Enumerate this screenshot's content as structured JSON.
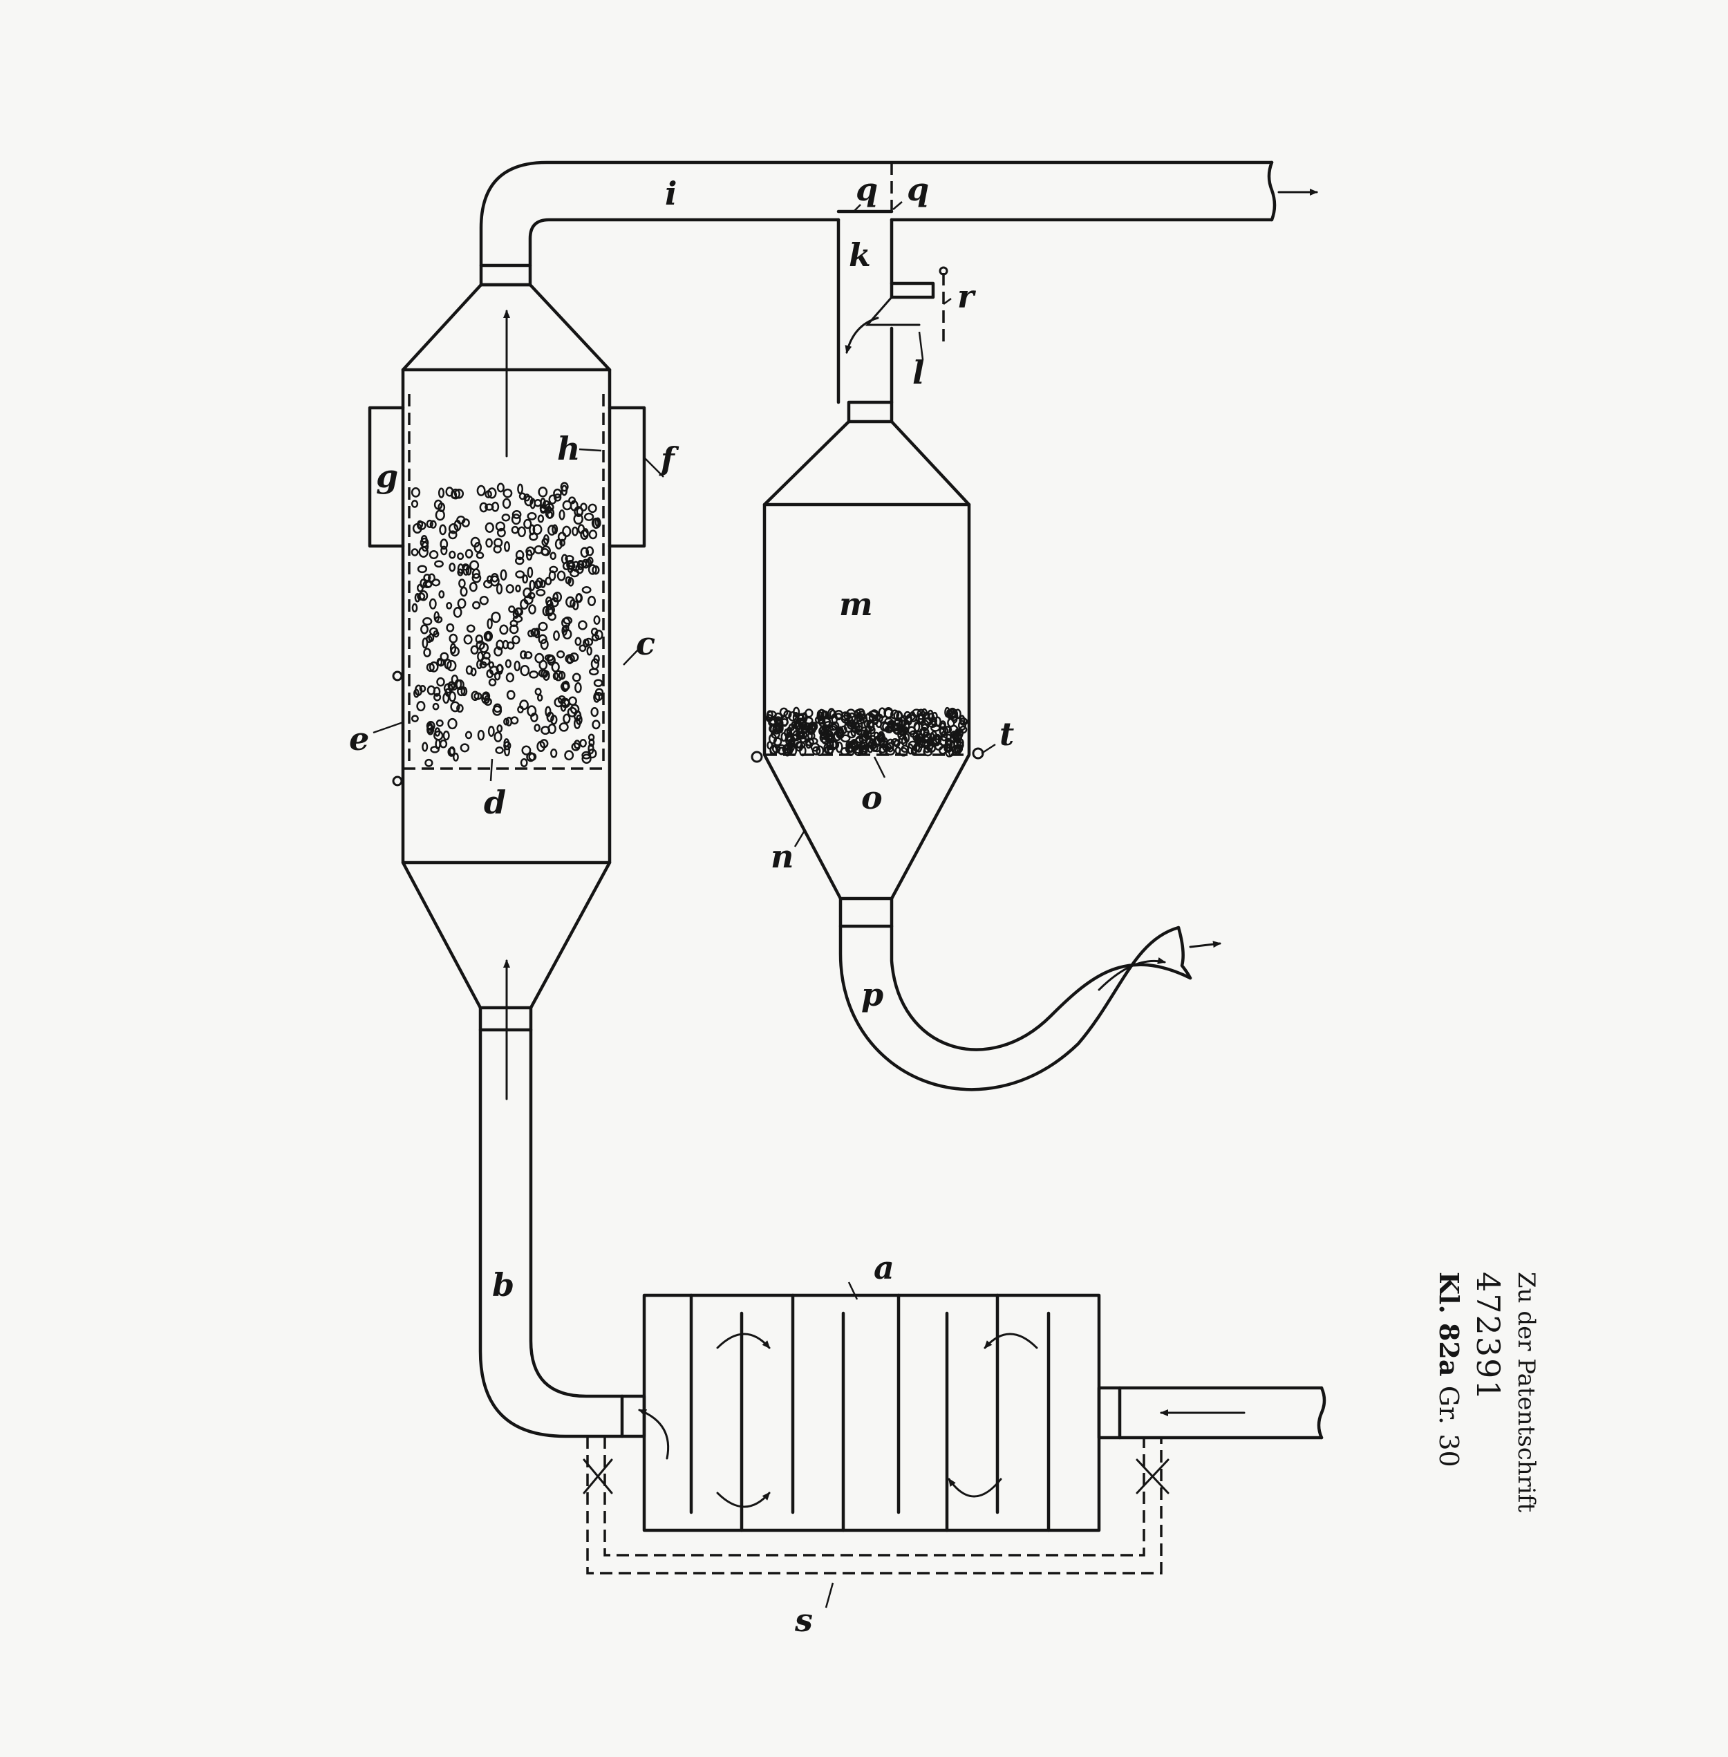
{
  "labels": {
    "a": "a",
    "b": "b",
    "c": "c",
    "d": "d",
    "e": "e",
    "f": "f",
    "g": "g",
    "h": "h",
    "i": "i",
    "k": "k",
    "l": "l",
    "m": "m",
    "n": "n",
    "o": "o",
    "p": "p",
    "q1": "q",
    "q2": "q",
    "r": "r",
    "s": "s",
    "t": "t"
  },
  "caption": {
    "line1": "Zu der Patentschrift",
    "patent_number": "472391",
    "class_prefix": "Kl.",
    "class_value": "82a",
    "group_prefix": "Gr.",
    "group_value": "30"
  },
  "colors": {
    "ink": "#151515",
    "paper": "#f7f7f5"
  }
}
